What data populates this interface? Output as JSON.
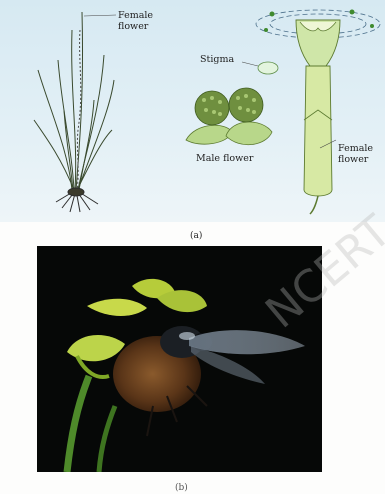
{
  "panel_a": {
    "labels": {
      "female_flower_top": "Female flower",
      "stigma": "Stigma",
      "male_flower": "Male flower",
      "female_flower_right": "Female flower"
    },
    "caption": "(a)"
  },
  "panel_b": {
    "caption": "(b)"
  },
  "watermark": {
    "text": "NCERT"
  }
}
